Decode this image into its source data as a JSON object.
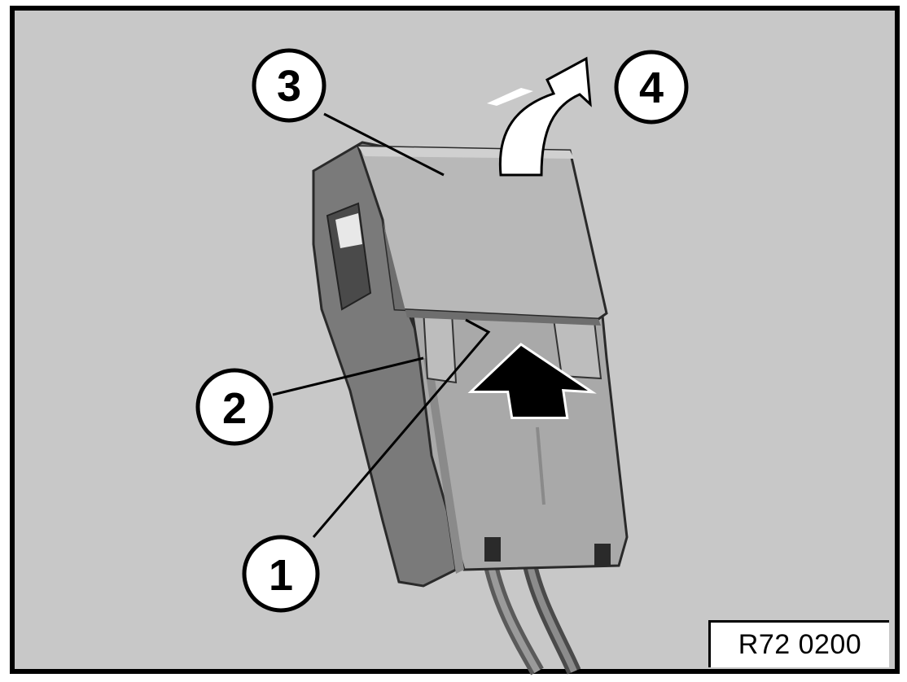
{
  "figure": {
    "callouts": [
      {
        "id": "callout-1",
        "label": "1"
      },
      {
        "id": "callout-2",
        "label": "2"
      },
      {
        "id": "callout-3",
        "label": "3"
      },
      {
        "id": "callout-4",
        "label": "4"
      }
    ],
    "reference_code": "R72 0200",
    "colors": {
      "background": "#c8c8c8",
      "frame": "#000000",
      "connector_body": "#a9a9a9",
      "connector_dark": "#7a7a7a",
      "cover": "#b8b8b8",
      "arrow_black": "#000000",
      "arrow_white": "#ffffff"
    },
    "icons": {
      "removal_arrow": "curved-arrow-up-icon",
      "push_arrow": "arrow-up-icon"
    }
  }
}
